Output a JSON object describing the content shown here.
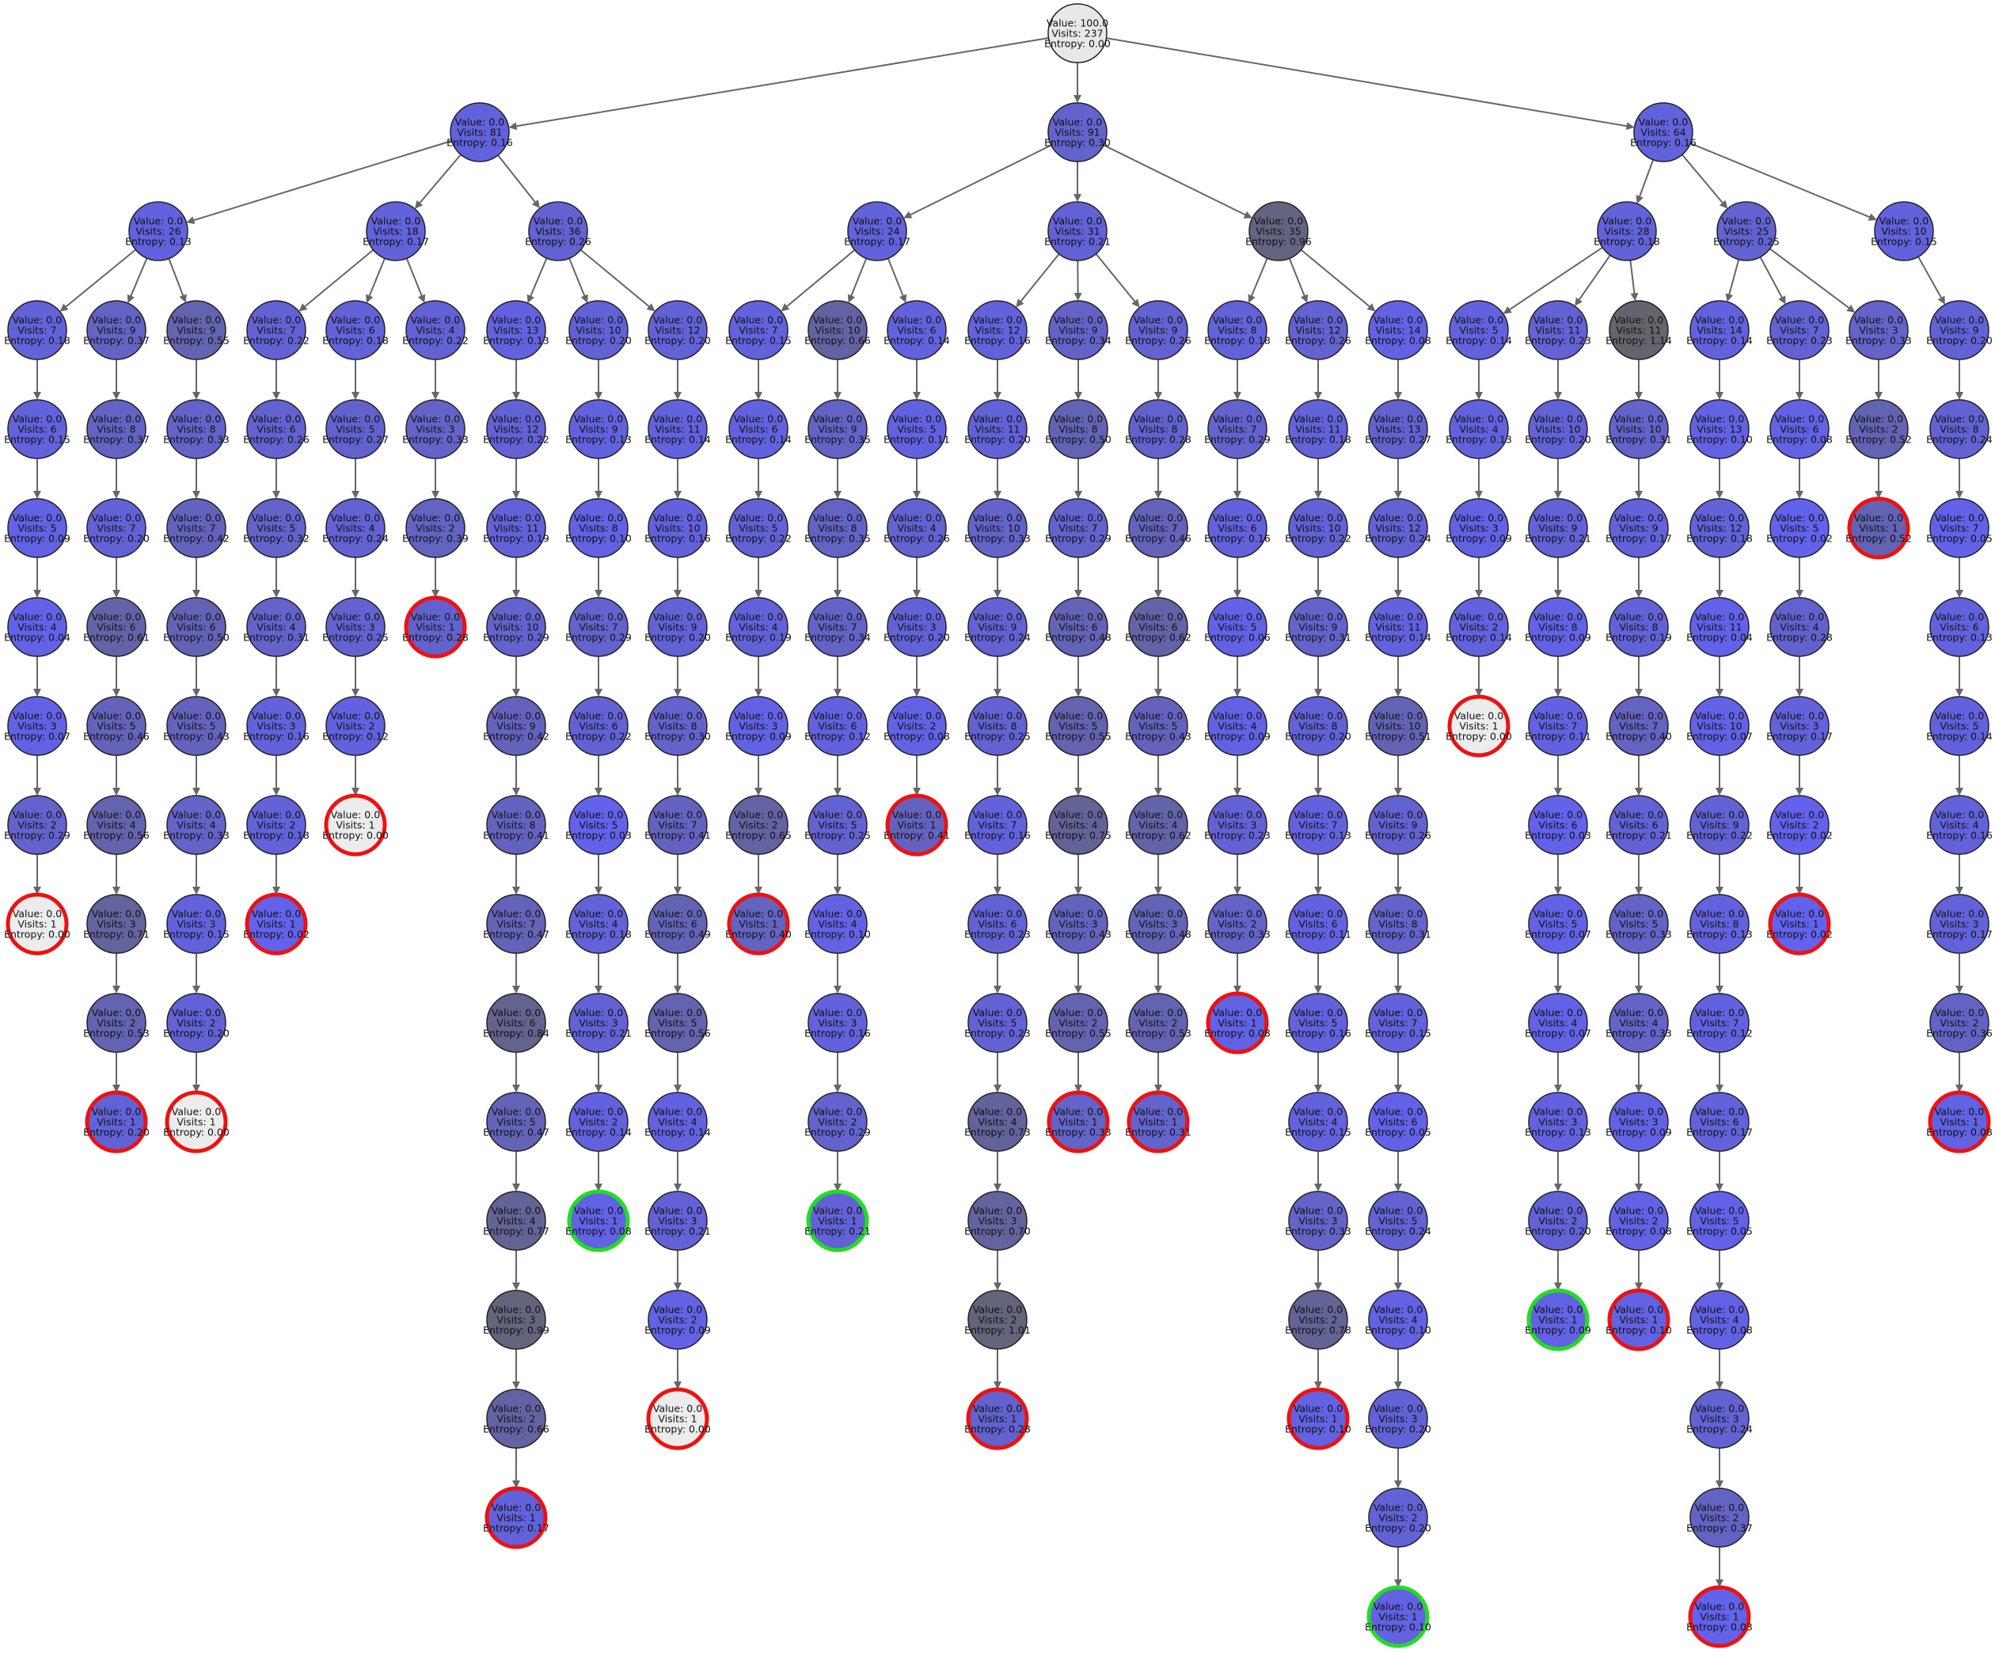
{
  "legend_colors": {
    "root": "#e8e8e8",
    "terminal_fill": "#ececec",
    "win_border": "#22dd22",
    "loss_border": "#ee1111",
    "default_border": "#222222",
    "edge": "#666666"
  },
  "nodes": [
    {
      "id": "r",
      "v": "100.0",
      "n": 237,
      "e": "0.00",
      "t": "root"
    },
    {
      "id": "A",
      "p": "r",
      "v": "0.0",
      "n": 81,
      "e": "0.16"
    },
    {
      "id": "B",
      "p": "r",
      "v": "0.0",
      "n": 91,
      "e": "0.30"
    },
    {
      "id": "C",
      "p": "r",
      "v": "0.0",
      "n": 64,
      "e": "0.16"
    },
    {
      "id": "A1",
      "p": "A",
      "v": "0.0",
      "n": 26,
      "e": "0.13"
    },
    {
      "id": "A2",
      "p": "A",
      "v": "0.0",
      "n": 18,
      "e": "0.17"
    },
    {
      "id": "A3",
      "p": "A",
      "v": "0.0",
      "n": 36,
      "e": "0.26"
    },
    {
      "id": "B1",
      "p": "B",
      "v": "0.0",
      "n": 24,
      "e": "0.17"
    },
    {
      "id": "B2",
      "p": "B",
      "v": "0.0",
      "n": 31,
      "e": "0.21"
    },
    {
      "id": "B3",
      "p": "B",
      "v": "0.0",
      "n": 35,
      "e": "0.96"
    },
    {
      "id": "C1",
      "p": "C",
      "v": "0.0",
      "n": 28,
      "e": "0.18"
    },
    {
      "id": "C2",
      "p": "C",
      "v": "0.0",
      "n": 25,
      "e": "0.25"
    },
    {
      "id": "C3",
      "p": "C",
      "v": "0.0",
      "n": 10,
      "e": "0.15"
    }
  ],
  "chains": [
    {
      "parent": "A1",
      "nodes": [
        [
          7,
          "0.18"
        ],
        [
          6,
          "0.15"
        ],
        [
          5,
          "0.09"
        ],
        [
          4,
          "0.04"
        ],
        [
          3,
          "0.07"
        ],
        [
          2,
          "0.29"
        ],
        [
          1,
          "0.00",
          "term"
        ]
      ]
    },
    {
      "parent": "A1",
      "nodes": [
        [
          9,
          "0.37"
        ],
        [
          8,
          "0.37"
        ],
        [
          7,
          "0.20"
        ],
        [
          6,
          "0.61"
        ],
        [
          5,
          "0.46"
        ],
        [
          4,
          "0.56"
        ],
        [
          3,
          "0.71"
        ],
        [
          2,
          "0.53"
        ],
        [
          1,
          "0.20",
          "loss"
        ]
      ]
    },
    {
      "parent": "A1",
      "nodes": [
        [
          9,
          "0.55"
        ],
        [
          8,
          "0.33"
        ],
        [
          7,
          "0.42"
        ],
        [
          6,
          "0.50"
        ],
        [
          5,
          "0.43"
        ],
        [
          4,
          "0.33"
        ],
        [
          3,
          "0.15"
        ],
        [
          2,
          "0.20"
        ],
        [
          1,
          "0.00",
          "term"
        ]
      ]
    },
    {
      "parent": "A2",
      "nodes": [
        [
          7,
          "0.22"
        ],
        [
          6,
          "0.26"
        ],
        [
          5,
          "0.32"
        ],
        [
          4,
          "0.31"
        ],
        [
          3,
          "0.16"
        ],
        [
          2,
          "0.18"
        ],
        [
          1,
          "0.02",
          "loss"
        ]
      ]
    },
    {
      "parent": "A2",
      "nodes": [
        [
          6,
          "0.18"
        ],
        [
          5,
          "0.27"
        ],
        [
          4,
          "0.24"
        ],
        [
          3,
          "0.25"
        ],
        [
          2,
          "0.12"
        ],
        [
          1,
          "0.00",
          "term"
        ]
      ]
    },
    {
      "parent": "A2",
      "nodes": [
        [
          4,
          "0.22"
        ],
        [
          3,
          "0.33"
        ],
        [
          2,
          "0.39"
        ],
        [
          1,
          "0.28",
          "loss"
        ]
      ]
    },
    {
      "parent": "A3",
      "nodes": [
        [
          13,
          "0.13"
        ],
        [
          12,
          "0.22"
        ],
        [
          11,
          "0.19"
        ],
        [
          10,
          "0.29"
        ],
        [
          9,
          "0.42"
        ],
        [
          8,
          "0.41"
        ],
        [
          7,
          "0.47"
        ],
        [
          6,
          "0.84"
        ],
        [
          5,
          "0.47"
        ],
        [
          4,
          "0.77"
        ],
        [
          3,
          "0.99"
        ],
        [
          2,
          "0.66"
        ],
        [
          1,
          "0.17",
          "loss"
        ]
      ]
    },
    {
      "parent": "A3",
      "nodes": [
        [
          10,
          "0.20"
        ],
        [
          9,
          "0.13"
        ],
        [
          8,
          "0.10"
        ],
        [
          7,
          "0.29"
        ],
        [
          6,
          "0.22"
        ],
        [
          5,
          "0.03"
        ],
        [
          4,
          "0.18"
        ],
        [
          3,
          "0.21"
        ],
        [
          2,
          "0.14"
        ],
        [
          1,
          "0.08",
          "win"
        ]
      ]
    },
    {
      "parent": "A3",
      "nodes": [
        [
          12,
          "0.20"
        ],
        [
          11,
          "0.14"
        ],
        [
          10,
          "0.16"
        ],
        [
          9,
          "0.20"
        ],
        [
          8,
          "0.30"
        ],
        [
          7,
          "0.41"
        ],
        [
          6,
          "0.49"
        ],
        [
          5,
          "0.56"
        ],
        [
          4,
          "0.14"
        ],
        [
          3,
          "0.21"
        ],
        [
          2,
          "0.09"
        ],
        [
          1,
          "0.00",
          "term"
        ]
      ]
    },
    {
      "parent": "B1",
      "nodes": [
        [
          7,
          "0.15"
        ],
        [
          6,
          "0.14"
        ],
        [
          5,
          "0.22"
        ],
        [
          4,
          "0.19"
        ],
        [
          3,
          "0.09"
        ],
        [
          2,
          "0.65"
        ],
        [
          1,
          "0.40",
          "loss"
        ]
      ]
    },
    {
      "parent": "B1",
      "nodes": [
        [
          10,
          "0.66"
        ],
        [
          9,
          "0.35"
        ],
        [
          8,
          "0.35"
        ],
        [
          7,
          "0.34"
        ],
        [
          6,
          "0.12"
        ],
        [
          5,
          "0.25"
        ],
        [
          4,
          "0.10"
        ],
        [
          3,
          "0.16"
        ],
        [
          2,
          "0.29"
        ],
        [
          1,
          "0.21",
          "win"
        ]
      ]
    },
    {
      "parent": "B1",
      "nodes": [
        [
          6,
          "0.14"
        ],
        [
          5,
          "0.11"
        ],
        [
          4,
          "0.26"
        ],
        [
          3,
          "0.20"
        ],
        [
          2,
          "0.08"
        ],
        [
          1,
          "0.41",
          "loss"
        ]
      ]
    },
    {
      "parent": "B2",
      "nodes": [
        [
          12,
          "0.16"
        ],
        [
          11,
          "0.20"
        ],
        [
          10,
          "0.33"
        ],
        [
          9,
          "0.24"
        ],
        [
          8,
          "0.25"
        ],
        [
          7,
          "0.16"
        ],
        [
          6,
          "0.23"
        ],
        [
          5,
          "0.23"
        ],
        [
          4,
          "0.73"
        ],
        [
          3,
          "0.70"
        ],
        [
          2,
          "1.01"
        ],
        [
          1,
          "0.28",
          "loss"
        ]
      ]
    },
    {
      "parent": "B2",
      "nodes": [
        [
          9,
          "0.34"
        ],
        [
          8,
          "0.50"
        ],
        [
          7,
          "0.29"
        ],
        [
          6,
          "0.48"
        ],
        [
          5,
          "0.55"
        ],
        [
          4,
          "0.75"
        ],
        [
          3,
          "0.43"
        ],
        [
          2,
          "0.55"
        ],
        [
          1,
          "0.33",
          "loss"
        ]
      ]
    },
    {
      "parent": "B2",
      "nodes": [
        [
          9,
          "0.26"
        ],
        [
          8,
          "0.28"
        ],
        [
          7,
          "0.46"
        ],
        [
          6,
          "0.62"
        ],
        [
          5,
          "0.43"
        ],
        [
          4,
          "0.62"
        ],
        [
          3,
          "0.48"
        ],
        [
          2,
          "0.53"
        ],
        [
          1,
          "0.31",
          "loss"
        ]
      ]
    },
    {
      "parent": "B3",
      "nodes": [
        [
          8,
          "0.18"
        ],
        [
          7,
          "0.29"
        ],
        [
          6,
          "0.16"
        ],
        [
          5,
          "0.06"
        ],
        [
          4,
          "0.09"
        ],
        [
          3,
          "0.23"
        ],
        [
          2,
          "0.33"
        ],
        [
          1,
          "0.08",
          "loss"
        ]
      ]
    },
    {
      "parent": "B3",
      "nodes": [
        [
          12,
          "0.26"
        ],
        [
          11,
          "0.18"
        ],
        [
          10,
          "0.22"
        ],
        [
          9,
          "0.31"
        ],
        [
          8,
          "0.20"
        ],
        [
          7,
          "0.13"
        ],
        [
          6,
          "0.11"
        ],
        [
          5,
          "0.16"
        ],
        [
          4,
          "0.15"
        ],
        [
          3,
          "0.33"
        ],
        [
          2,
          "0.78"
        ],
        [
          1,
          "0.10",
          "loss"
        ]
      ]
    },
    {
      "parent": "B3",
      "nodes": [
        [
          14,
          "0.08"
        ],
        [
          13,
          "0.27"
        ],
        [
          12,
          "0.24"
        ],
        [
          11,
          "0.14"
        ],
        [
          10,
          "0.51"
        ],
        [
          9,
          "0.26"
        ],
        [
          8,
          "0.31"
        ],
        [
          7,
          "0.15"
        ],
        [
          6,
          "0.05"
        ],
        [
          5,
          "0.24"
        ],
        [
          4,
          "0.10"
        ],
        [
          3,
          "0.20"
        ],
        [
          2,
          "0.20"
        ],
        [
          1,
          "0.10",
          "win"
        ]
      ]
    },
    {
      "parent": "C1",
      "nodes": [
        [
          5,
          "0.14"
        ],
        [
          4,
          "0.13"
        ],
        [
          3,
          "0.09"
        ],
        [
          2,
          "0.14"
        ],
        [
          1,
          "0.00",
          "term"
        ]
      ]
    },
    {
      "parent": "C1",
      "nodes": [
        [
          11,
          "0.23"
        ],
        [
          10,
          "0.20"
        ],
        [
          9,
          "0.21"
        ],
        [
          8,
          "0.09"
        ],
        [
          7,
          "0.11"
        ],
        [
          6,
          "0.03"
        ],
        [
          5,
          "0.07"
        ],
        [
          4,
          "0.07"
        ],
        [
          3,
          "0.13"
        ],
        [
          2,
          "0.20"
        ],
        [
          1,
          "0.09",
          "win"
        ]
      ]
    },
    {
      "parent": "C1",
      "nodes": [
        [
          11,
          "1.14"
        ],
        [
          10,
          "0.31"
        ],
        [
          9,
          "0.17"
        ],
        [
          8,
          "0.19"
        ],
        [
          7,
          "0.40"
        ],
        [
          6,
          "0.21"
        ],
        [
          5,
          "0.33"
        ],
        [
          4,
          "0.33"
        ],
        [
          3,
          "0.09"
        ],
        [
          2,
          "0.08"
        ],
        [
          1,
          "0.10",
          "loss"
        ]
      ]
    },
    {
      "parent": "C2",
      "nodes": [
        [
          14,
          "0.14"
        ],
        [
          13,
          "0.10"
        ],
        [
          12,
          "0.18"
        ],
        [
          11,
          "0.04"
        ],
        [
          10,
          "0.07"
        ],
        [
          9,
          "0.22"
        ],
        [
          8,
          "0.13"
        ],
        [
          7,
          "0.12"
        ],
        [
          6,
          "0.17"
        ],
        [
          5,
          "0.05"
        ],
        [
          4,
          "0.08"
        ],
        [
          3,
          "0.24"
        ],
        [
          2,
          "0.37"
        ],
        [
          1,
          "0.03",
          "loss"
        ]
      ]
    },
    {
      "parent": "C2",
      "nodes": [
        [
          7,
          "0.23"
        ],
        [
          6,
          "0.08"
        ],
        [
          5,
          "0.02"
        ],
        [
          4,
          "0.28"
        ],
        [
          3,
          "0.17"
        ],
        [
          2,
          "0.02"
        ],
        [
          1,
          "0.02",
          "loss"
        ]
      ]
    },
    {
      "parent": "C2",
      "nodes": [
        [
          3,
          "0.33"
        ],
        [
          2,
          "0.52"
        ],
        [
          1,
          "0.52",
          "loss"
        ]
      ]
    },
    {
      "parent": "C3",
      "nodes": [
        [
          9,
          "0.20"
        ],
        [
          8,
          "0.24"
        ],
        [
          7,
          "0.05"
        ],
        [
          6,
          "0.13"
        ],
        [
          5,
          "0.14"
        ],
        [
          4,
          "0.16"
        ],
        [
          3,
          "0.17"
        ],
        [
          2,
          "0.36"
        ],
        [
          1,
          "0.08",
          "loss"
        ]
      ]
    }
  ],
  "labels": {
    "value": "Value: ",
    "visits": "Visits: ",
    "entropy": "Entropy: "
  }
}
